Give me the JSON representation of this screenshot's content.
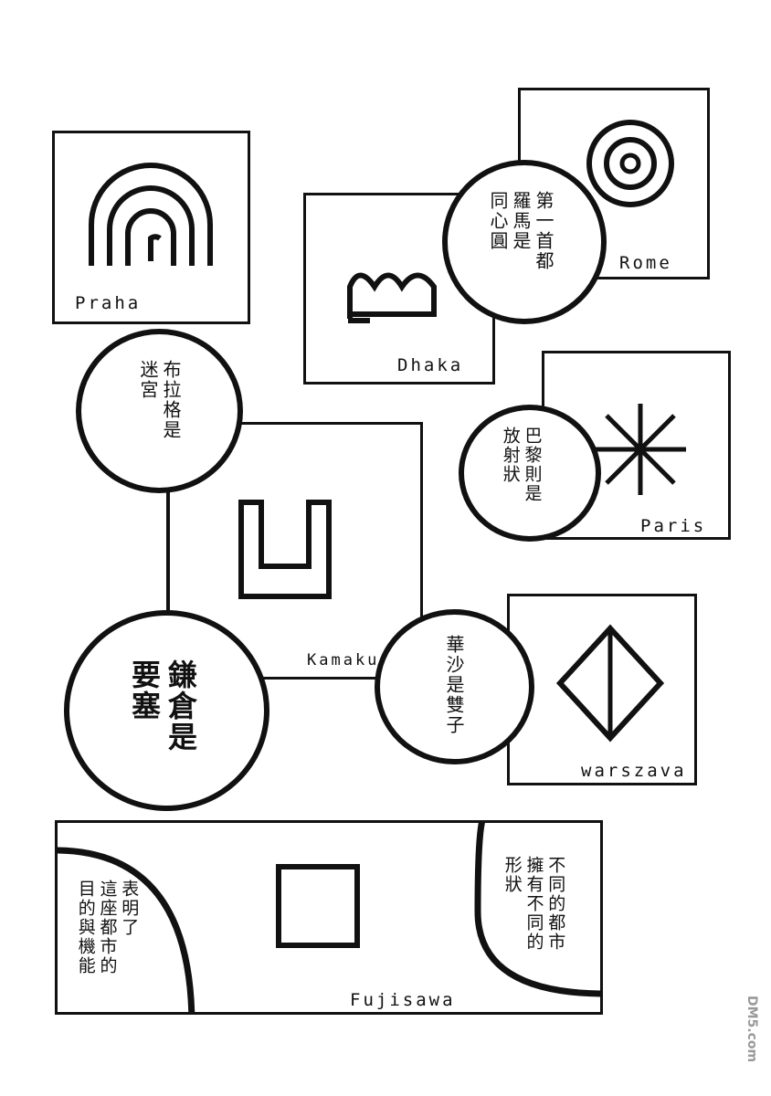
{
  "cities": {
    "praha": {
      "label": "Praha",
      "caption": "布拉格是\n迷宮",
      "icon": "arch-spiral-icon"
    },
    "rome": {
      "label": "Rome",
      "caption": "第一首都\n羅馬是\n同心圓",
      "icon": "concentric-circles-icon"
    },
    "dhaka": {
      "label": "Dhaka",
      "icon": "crown-icon"
    },
    "paris": {
      "label": "Paris",
      "caption": "巴黎則是\n放射狀",
      "icon": "radial-star-icon"
    },
    "kamakura": {
      "label": "Kamaku",
      "caption": "鎌倉是\n要塞",
      "icon": "fortress-icon"
    },
    "warszava": {
      "label": "warszava",
      "caption": "華沙是雙子",
      "icon": "diamond-icon"
    },
    "fujisawa": {
      "label": "Fujisawa",
      "icon": "square-icon"
    }
  },
  "narration": {
    "right": "不同的都市\n擁有不同的\n形狀",
    "left": "表明了\n這座都市的\n目的與機能"
  },
  "watermark": "DM5.com"
}
